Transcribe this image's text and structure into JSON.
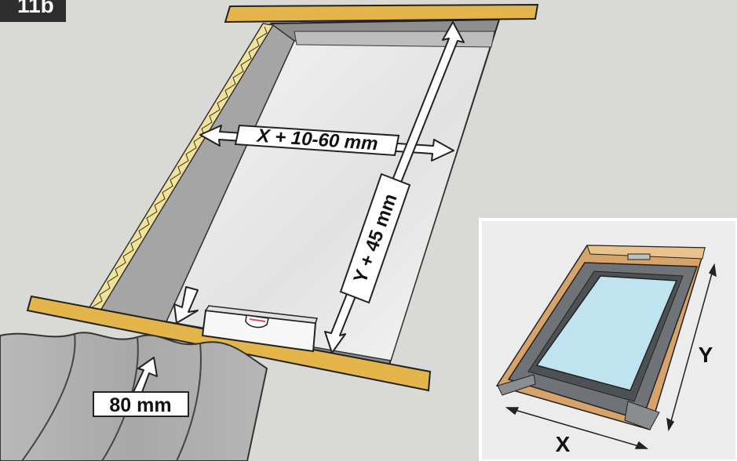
{
  "step_badge": "11b",
  "labels": {
    "width_measure": "X + 10-60 mm",
    "height_measure": "Y + 45 mm",
    "overlap_measure": "80 mm",
    "inset_width": "X",
    "inset_height": "Y"
  },
  "colors": {
    "background": "#d9d9d6",
    "batten": "#e3b54a",
    "membrane_light": "#f1f1f1",
    "membrane_shade": "#9e9e9e",
    "roofing_sheet": "#b3b3b3",
    "window_glass": "#bfe3ef",
    "window_frame": "#d6a36a",
    "flashing": "#6f7377"
  }
}
